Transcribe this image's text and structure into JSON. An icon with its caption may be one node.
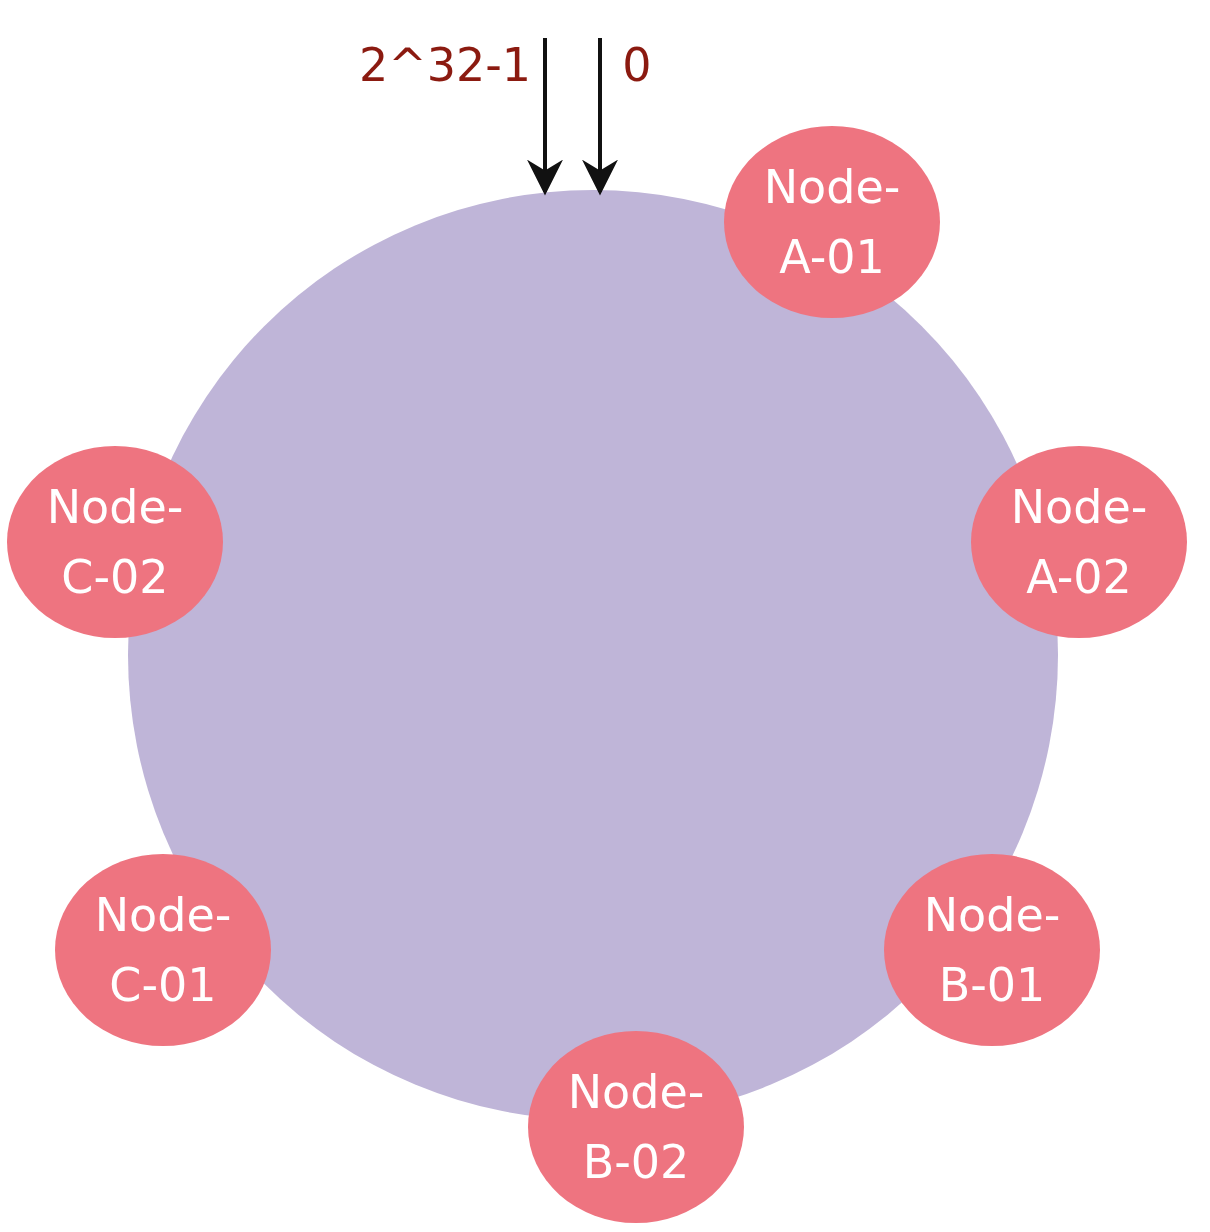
{
  "diagram": {
    "nodes": [
      {
        "text": [
          "2^32-1"
        ]
      },
      {
        "text": [
          "0"
        ]
      },
      {
        "text": [
          "Node-A-01"
        ]
      },
      {
        "text": [],
        "shape": "circle"
      },
      {
        "text": [
          "Node-C-02"
        ]
      },
      {
        "text": [
          "Node-A-02"
        ]
      },
      {
        "text": [
          "Node-C-01"
        ]
      },
      {
        "text": [
          "Node-B-01"
        ]
      },
      {
        "text": [
          "Node-B-02"
        ]
      }
    ],
    "edges": [
      {
        "from": 0,
        "to": 3,
        "arrow": "to"
      },
      {
        "from": 1,
        "to": 3,
        "arrow": "to"
      }
    ]
  }
}
